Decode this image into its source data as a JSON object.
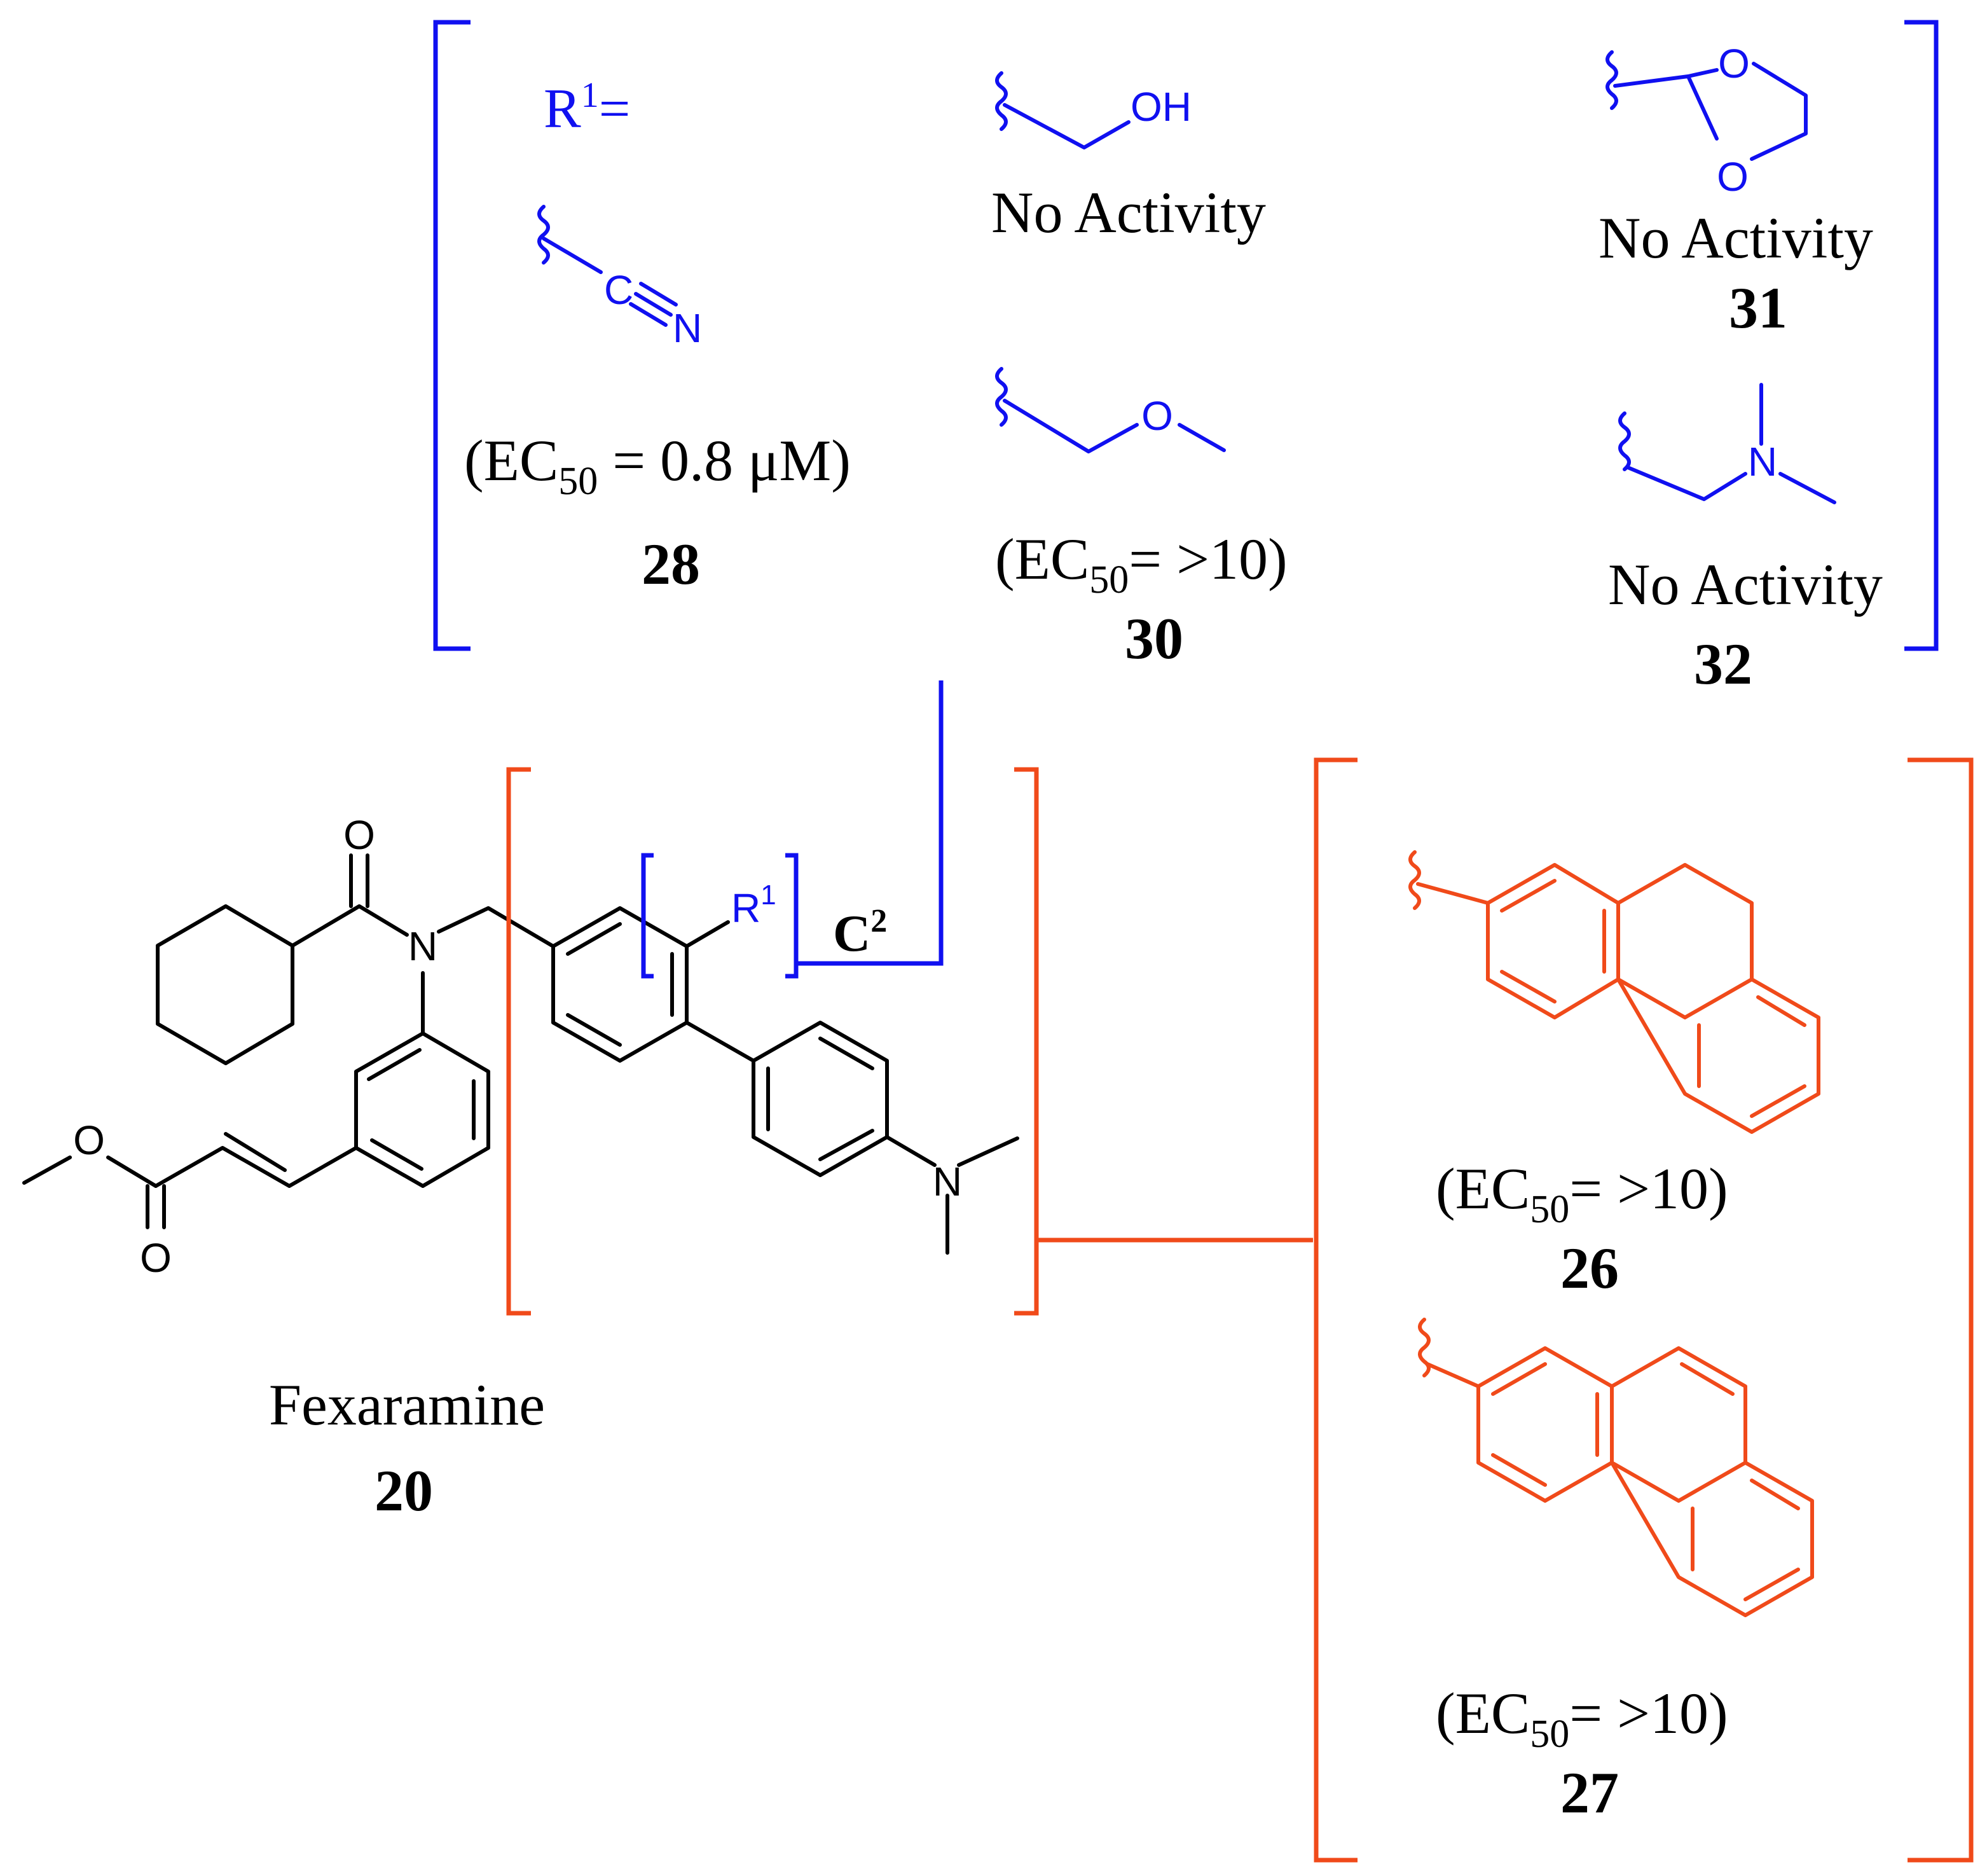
{
  "colors": {
    "text": "#000000",
    "r1_group": "#1010f0",
    "aryl_group": "#f04a1a"
  },
  "r1_panel": {
    "r1_label": "R",
    "r1_sup": "1",
    "r1_equals": "=",
    "cn": {
      "c": "C",
      "n": "N",
      "ec50_open": "(EC",
      "ec50_sub": "50",
      "ec50_close": " = 0.8 μM)",
      "number": "28"
    },
    "ch2oh": {
      "atom": "OH",
      "activity": "No Activity"
    },
    "ch2ome": {
      "atom": "O",
      "ec50_open": "(EC",
      "ec50_sub": "50",
      "ec50_close": "= >10)",
      "number": "30"
    },
    "dioxolane": {
      "atom_top": "O",
      "atom_bottom": "O",
      "activity": "No Activity",
      "number": "31"
    },
    "ch2nme2": {
      "atom": "N",
      "activity": "No Activity",
      "number": "32"
    }
  },
  "fexaramine": {
    "name": "Fexaramine",
    "number": "20",
    "atoms": {
      "amide_o": "O",
      "amide_n": "N",
      "ester_o": "O",
      "carbonyl_o": "O",
      "amine_n": "N",
      "r1": "R",
      "r1_sup": "1"
    },
    "c2_label": "C",
    "c2_sup": "2"
  },
  "aryl_panel": {
    "dihydrophenanthrene": {
      "ec50_open": "(EC",
      "ec50_sub": "50",
      "ec50_close": "= >10)",
      "number": "26"
    },
    "phenanthrene": {
      "ec50_open": "(EC",
      "ec50_sub": "50",
      "ec50_close": "= >10)",
      "number": "27"
    }
  }
}
